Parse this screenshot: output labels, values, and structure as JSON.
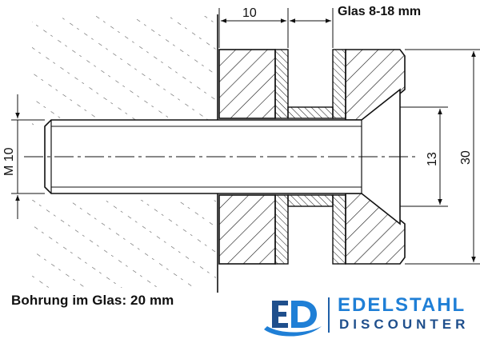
{
  "dimensions": {
    "plate_thickness": "10",
    "glass_thickness": "Glas 8-18 mm",
    "thread": "M 10",
    "head_diameter": "13",
    "outer_diameter": "30"
  },
  "caption": "Bohrung im Glas: 20 mm",
  "logo": {
    "line1": "EDELSTAHL",
    "line2": "DISCOUNTER"
  },
  "colors": {
    "line": "#111111",
    "logo_blue": "#1f7fd6",
    "logo_dark_blue": "#1f4f8c"
  }
}
